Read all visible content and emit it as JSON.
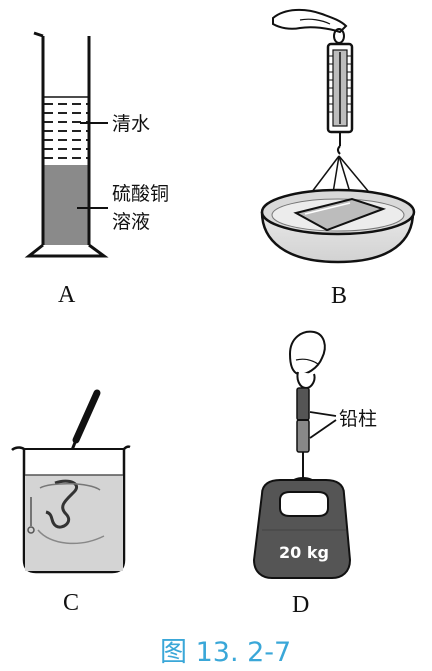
{
  "panels": {
    "a": {
      "letter": "A",
      "label_water": "清水",
      "label_solution_line1": "硫酸铜",
      "label_solution_line2": "溶液"
    },
    "b": {
      "letter": "B"
    },
    "c": {
      "letter": "C"
    },
    "d": {
      "letter": "D",
      "label_lead": "铅柱",
      "weight_text": "20 kg"
    }
  },
  "caption": "图 13. 2-7"
}
